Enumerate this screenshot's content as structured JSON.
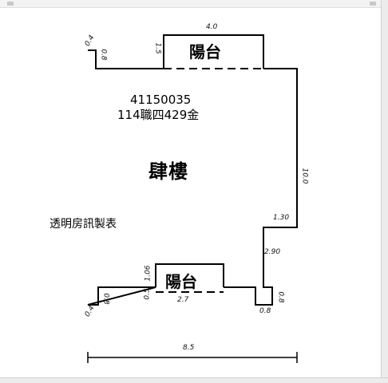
{
  "case": {
    "id": "41150035",
    "address": "114職四429金"
  },
  "plan": {
    "floor_label": "肆樓",
    "balcony_top": "陽台",
    "balcony_bottom": "陽台",
    "watermark": "透明房訊製表"
  },
  "dimensions": {
    "top_balcony_width": "4.0",
    "top_left_step": "0.8",
    "top_left_tick": "0.4",
    "top_balcony_depth": "1.5",
    "right_wall_height": "10.0",
    "right_step_width": "1.30",
    "right_lower_height": "2.90",
    "right_bottom_step": "0.8",
    "right_bottom_tick": "0.8",
    "bottom_balcony_depth": "1.06",
    "bottom_balcony_left": "0.5",
    "bottom_balcony_width": "2.7",
    "bottom_left_step": "0.8",
    "bottom_left_tick": "0.4",
    "overall_width": "8.5"
  }
}
